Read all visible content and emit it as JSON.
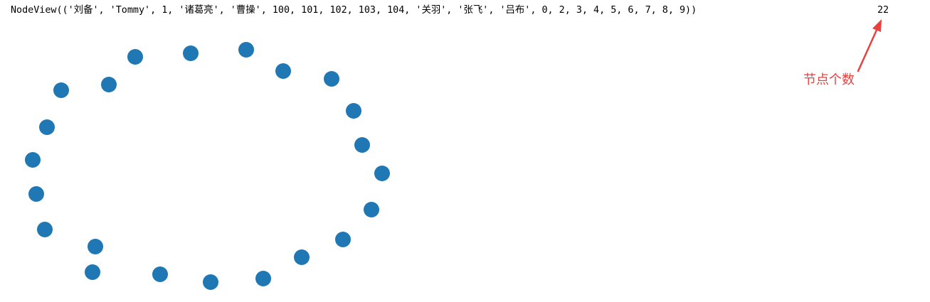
{
  "output": {
    "nodeview_text": "NodeView(('刘备', 'Tommy', 1, '诸葛亮', '曹操', 100, 101, 102, 103, 104, '关羽', '张飞', '吕布', 0, 2, 3, 4, 5, 6, 7, 8, 9))",
    "node_count": "22"
  },
  "annotation": {
    "label": "节点个数",
    "color": "#e8413e",
    "arrow_icon": "arrow-up-right-icon"
  },
  "graph": {
    "node_color": "#1f77b4",
    "node_total": 22
  }
}
